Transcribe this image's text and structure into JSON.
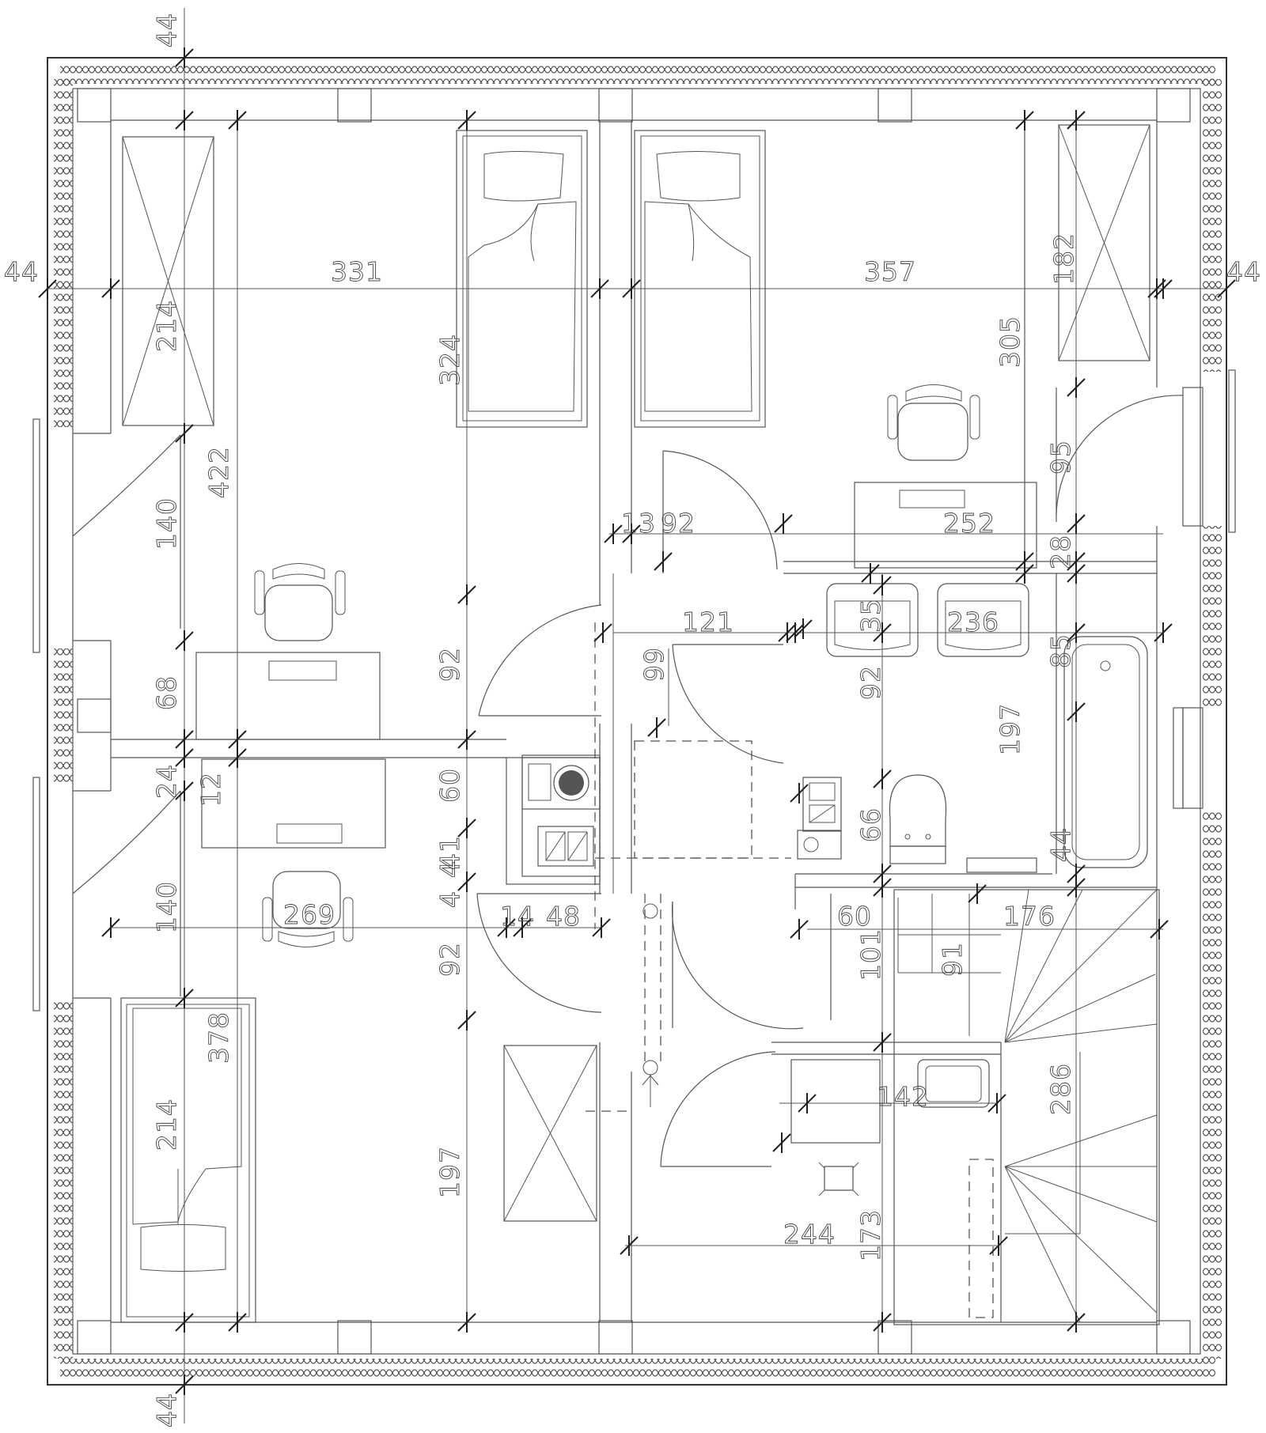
{
  "plan": {
    "labels": {
      "corner_top": "44",
      "corner_bottom": "44",
      "corner_left": "44",
      "corner_right": "44",
      "room_left_width": "331",
      "room_right_width": "357",
      "wardrobe_top_left": "214",
      "wardrobe_top_right": "182",
      "room_left_depth": "422",
      "bed_length": "324",
      "room_right_depth": "305",
      "window_door_right": "95",
      "door_left_top": "140",
      "wall_68": "68",
      "hall_92_top": "92",
      "hall_99": "99",
      "hall_121": "121",
      "split_13": "13",
      "split_92": "92",
      "desk_252": "252",
      "dim_28": "28",
      "sink_35": "35",
      "sink_236": "236",
      "dim_85": "85",
      "bath_92": "92",
      "bath_197": "197",
      "dim_24": "24",
      "dim_12": "12",
      "dim_60_left": "60",
      "dim_66": "66",
      "dim_44_bath": "44",
      "dim_4_a": "4",
      "dim_41": "41",
      "dim_4_b": "4",
      "dim_14": "14",
      "dim_48": "48",
      "door_left_bottom": "140",
      "room_lower_left": "269",
      "dim_60_mid": "60",
      "dim_101": "101",
      "dim_91": "91",
      "dim_176": "176",
      "hall_92_bottom": "92",
      "dim_378": "378",
      "bed_214": "214",
      "dim_142": "142",
      "stair_286": "286",
      "hall_197": "197",
      "dim_244": "244",
      "dim_173": "173"
    }
  }
}
